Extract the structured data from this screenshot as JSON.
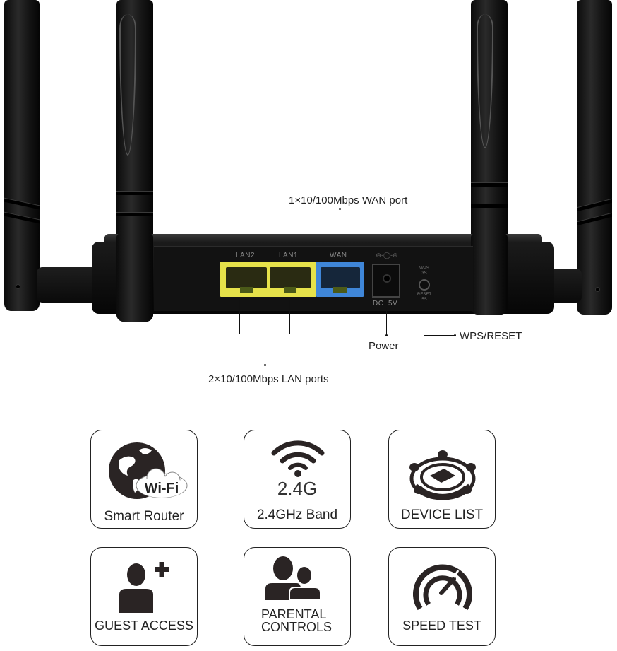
{
  "router": {
    "port_labels": {
      "lan2": "LAN2",
      "lan1": "LAN1",
      "wan": "WAN",
      "dc": "DC  5V",
      "wps": "WPS\n3S",
      "reset": "RESET\n5S"
    },
    "port_colors": {
      "lan": "#e6e24a",
      "wan": "#3f86d8"
    }
  },
  "callouts": {
    "wan_port": "1×10/100Mbps WAN port",
    "lan_ports": "2×10/100Mbps LAN ports",
    "power": "Power",
    "wps_reset": "WPS/RESET"
  },
  "features": [
    {
      "icon": "globe-wifi-icon",
      "label": "Smart Router",
      "badge": "Wi-Fi"
    },
    {
      "icon": "wifi-icon",
      "label": "2.4GHz Band",
      "headline": "2.4G"
    },
    {
      "icon": "device-list-icon",
      "label": "DEVICE LIST"
    },
    {
      "icon": "guest-access-icon",
      "label": "GUEST ACCESS"
    },
    {
      "icon": "parental-controls-icon",
      "label_line1": "PARENTAL",
      "label_line2": "CONTROLS"
    },
    {
      "icon": "speed-test-icon",
      "label": "SPEED TEST"
    }
  ]
}
